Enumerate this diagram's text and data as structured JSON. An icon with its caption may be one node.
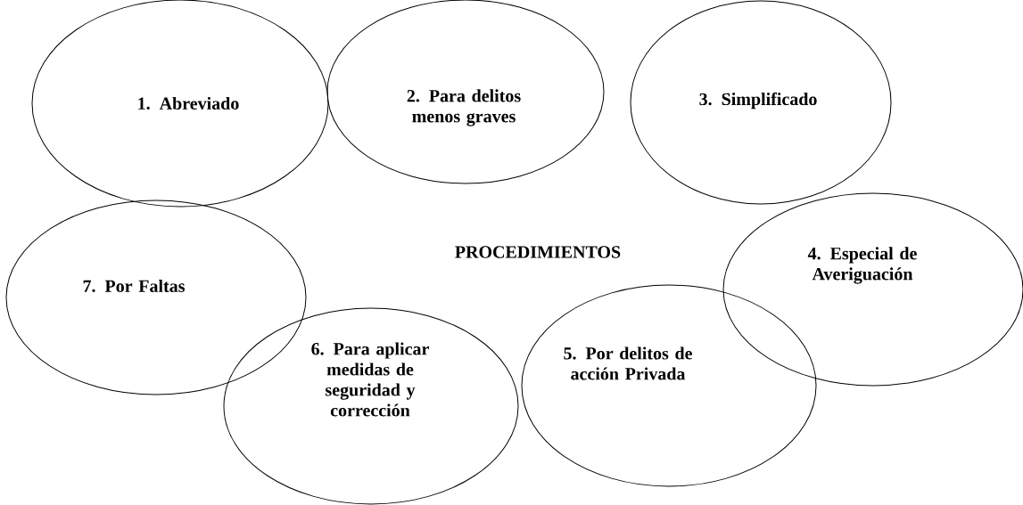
{
  "diagram": {
    "nodes": [
      {
        "text": [
          "1. Abreviado"
        ]
      },
      {
        "text": [
          "2. Para delitos menos graves"
        ]
      },
      {
        "text": [
          "3. Simplificado"
        ]
      },
      {
        "text": [
          "4. Especial de Averiguación"
        ]
      },
      {
        "text": [
          "5. Por delitos de acción Privada"
        ]
      },
      {
        "text": [
          "6. Para aplicar medidas de seguridad y corrección"
        ]
      },
      {
        "text": [
          "7. Por Faltas"
        ]
      }
    ],
    "labels": [
      "PROCEDIMIENTOS"
    ]
  }
}
